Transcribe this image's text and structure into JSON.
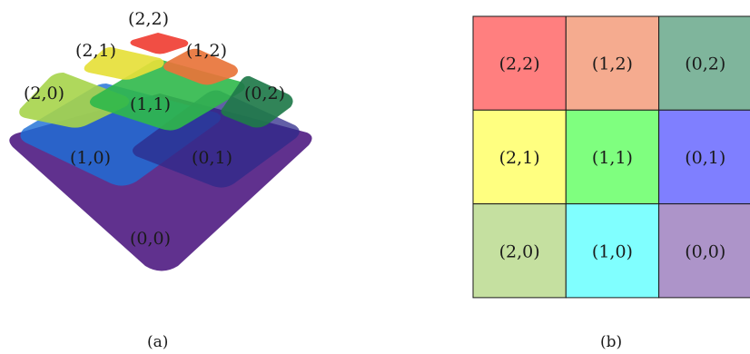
{
  "figure_a": {
    "caption": "(a)",
    "layers": [
      {
        "label": "(0,0)",
        "color": "#5b2a8a"
      },
      {
        "label": "(1,0)",
        "color": "#1f6fd6"
      },
      {
        "label": "(0,1)",
        "color": "#2e2a8a"
      },
      {
        "label": "(2,0)",
        "color": "#a6d44a"
      },
      {
        "label": "(1,1)",
        "color": "#2fb84a"
      },
      {
        "label": "(0,2)",
        "color": "#1f7a4a"
      },
      {
        "label": "(2,1)",
        "color": "#e6e03a"
      },
      {
        "label": "(1,2)",
        "color": "#e8743a"
      },
      {
        "label": "(2,2)",
        "color": "#f0443a"
      }
    ]
  },
  "figure_b": {
    "caption": "(b)",
    "grid": [
      [
        {
          "label": "(2,2)",
          "color": "#ff7f7f"
        },
        {
          "label": "(1,2)",
          "color": "#f5ab8f"
        },
        {
          "label": "(0,2)",
          "color": "#7fb59c"
        }
      ],
      [
        {
          "label": "(2,1)",
          "color": "#ffff80"
        },
        {
          "label": "(1,1)",
          "color": "#7fff7f"
        },
        {
          "label": "(0,1)",
          "color": "#7f7fff"
        }
      ],
      [
        {
          "label": "(2,0)",
          "color": "#c5e0a0"
        },
        {
          "label": "(1,0)",
          "color": "#80ffff"
        },
        {
          "label": "(0,0)",
          "color": "#ad94c9"
        }
      ]
    ]
  }
}
